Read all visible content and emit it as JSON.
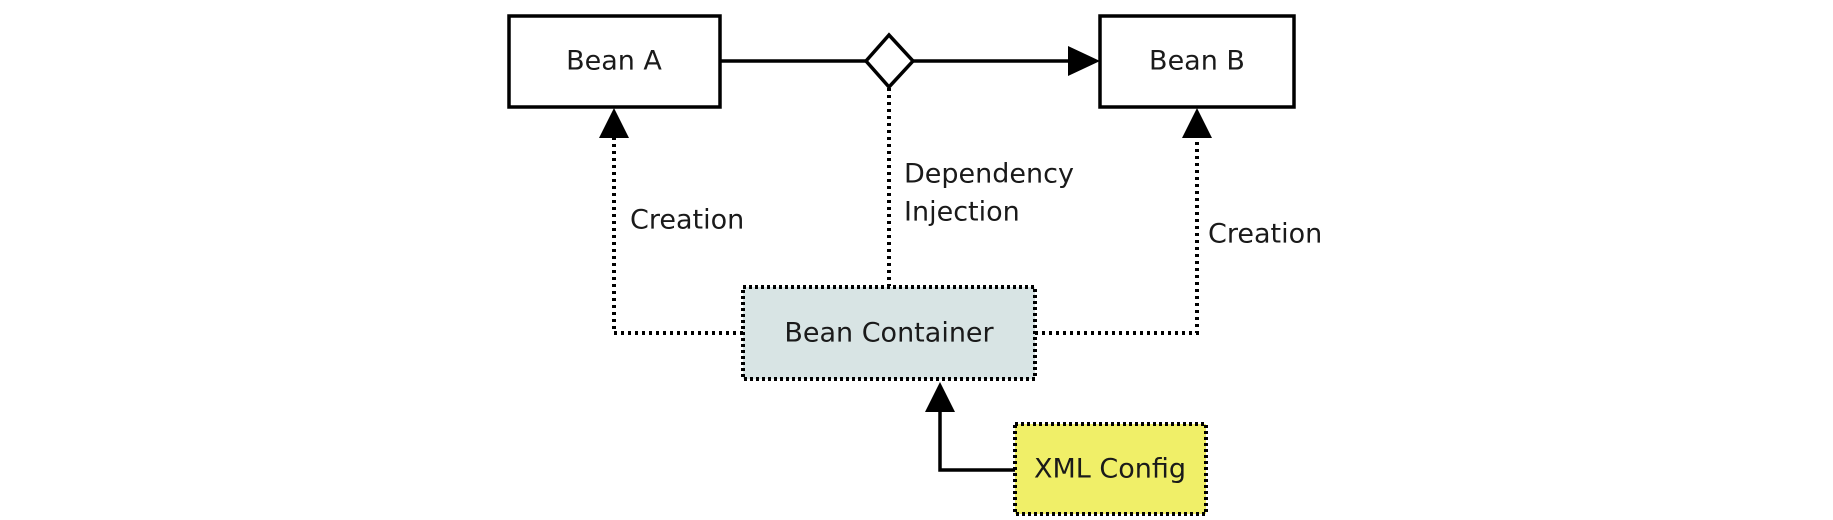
{
  "nodes": {
    "bean_a": {
      "label": "Bean A"
    },
    "bean_b": {
      "label": "Bean B"
    },
    "bean_container": {
      "label": "Bean Container"
    },
    "xml_config": {
      "label": "XML Config"
    }
  },
  "edges": {
    "creation_a": {
      "label": "Creation"
    },
    "creation_b": {
      "label": "Creation"
    },
    "dependency_injection": {
      "label_line1": "Dependency",
      "label_line2": "Injection"
    }
  },
  "colors": {
    "container_fill": "#d8e4e4",
    "xml_config_fill": "#f0ef68",
    "stroke": "#000000",
    "text": "#1a1a1a"
  }
}
